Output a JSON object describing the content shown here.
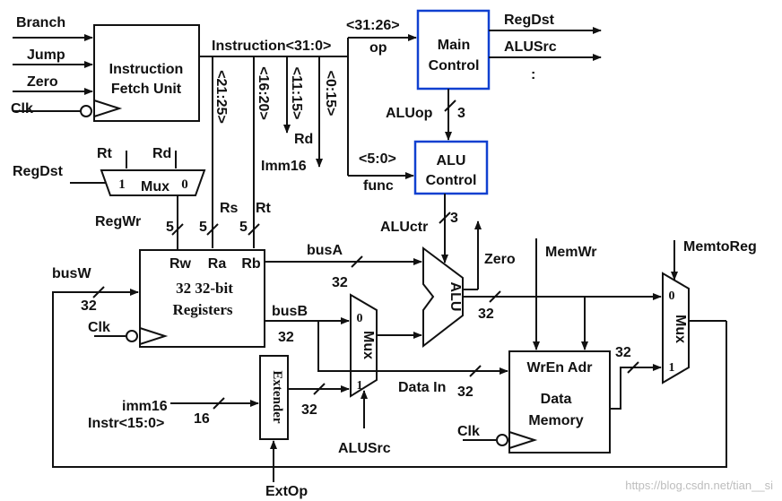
{
  "signals": {
    "branch": "Branch",
    "jump": "Jump",
    "zero_in": "Zero",
    "clk1": "Clk",
    "clk2": "Clk",
    "clk3": "Clk",
    "regdst": "RegDst",
    "regwr": "RegWr",
    "rt_top": "Rt",
    "rd_top": "Rd",
    "rs": "Rs",
    "rt": "Rt",
    "busw": "busW",
    "busa": "busA",
    "busb": "busB",
    "imm16_in": "imm16",
    "instr_15_0": "Instr<15:0>",
    "extop": "ExtOp",
    "alusrc": "ALUSrc",
    "aluctr": "ALUctr",
    "aluop": "ALUop",
    "zero_out": "Zero",
    "memwr": "MemWr",
    "memtoreg": "MemtoReg",
    "data_in": "Data In",
    "regdst_out": "RegDst",
    "alusrc_out": "ALUSrc",
    "more": ":",
    "instruction": "Instruction<31:0>",
    "f_31_26": "<31:26>",
    "op": "op",
    "f_5_0": "<5:0>",
    "func": "func",
    "f_21_25": "<21:25>",
    "f_16_20": "<16:20>",
    "f_11_15": "<11:15>",
    "f_0_15": "<0:15>",
    "rd_field": "Rd",
    "imm16_field": "Imm16"
  },
  "blocks": {
    "ifu_line1": "Instruction",
    "ifu_line2": "Fetch Unit",
    "main_line1": "Main",
    "main_line2": "Control",
    "aluc_line1": "ALU",
    "aluc_line2": "Control",
    "reg_rw": "Rw",
    "reg_ra": "Ra",
    "reg_rb": "Rb",
    "reg_line1": "32 32-bit",
    "reg_line2": "Registers",
    "mux_regdst": "Mux",
    "mux_regdst_1": "1",
    "mux_regdst_0": "0",
    "mux_alusrc": "Mux",
    "mux_alusrc_0": "0",
    "mux_alusrc_1": "1",
    "mux_mem": "Mux",
    "mux_mem_0": "0",
    "mux_mem_1": "1",
    "alu": "ALU",
    "extender": "Extender",
    "dm_ports": "WrEn Adr",
    "dm_line1": "Data",
    "dm_line2": "Memory"
  },
  "widths": {
    "w5a": "5",
    "w5b": "5",
    "w5c": "5",
    "w32_busw": "32",
    "w32_busa": "32",
    "w32_busb": "32",
    "w32_alu": "32",
    "w32_ext": "32",
    "w32_datain": "32",
    "w32_mem": "32",
    "w16": "16",
    "w3_aluop": "3",
    "w3_aluctr": "3"
  },
  "watermark": "https://blog.csdn.net/tian__si"
}
